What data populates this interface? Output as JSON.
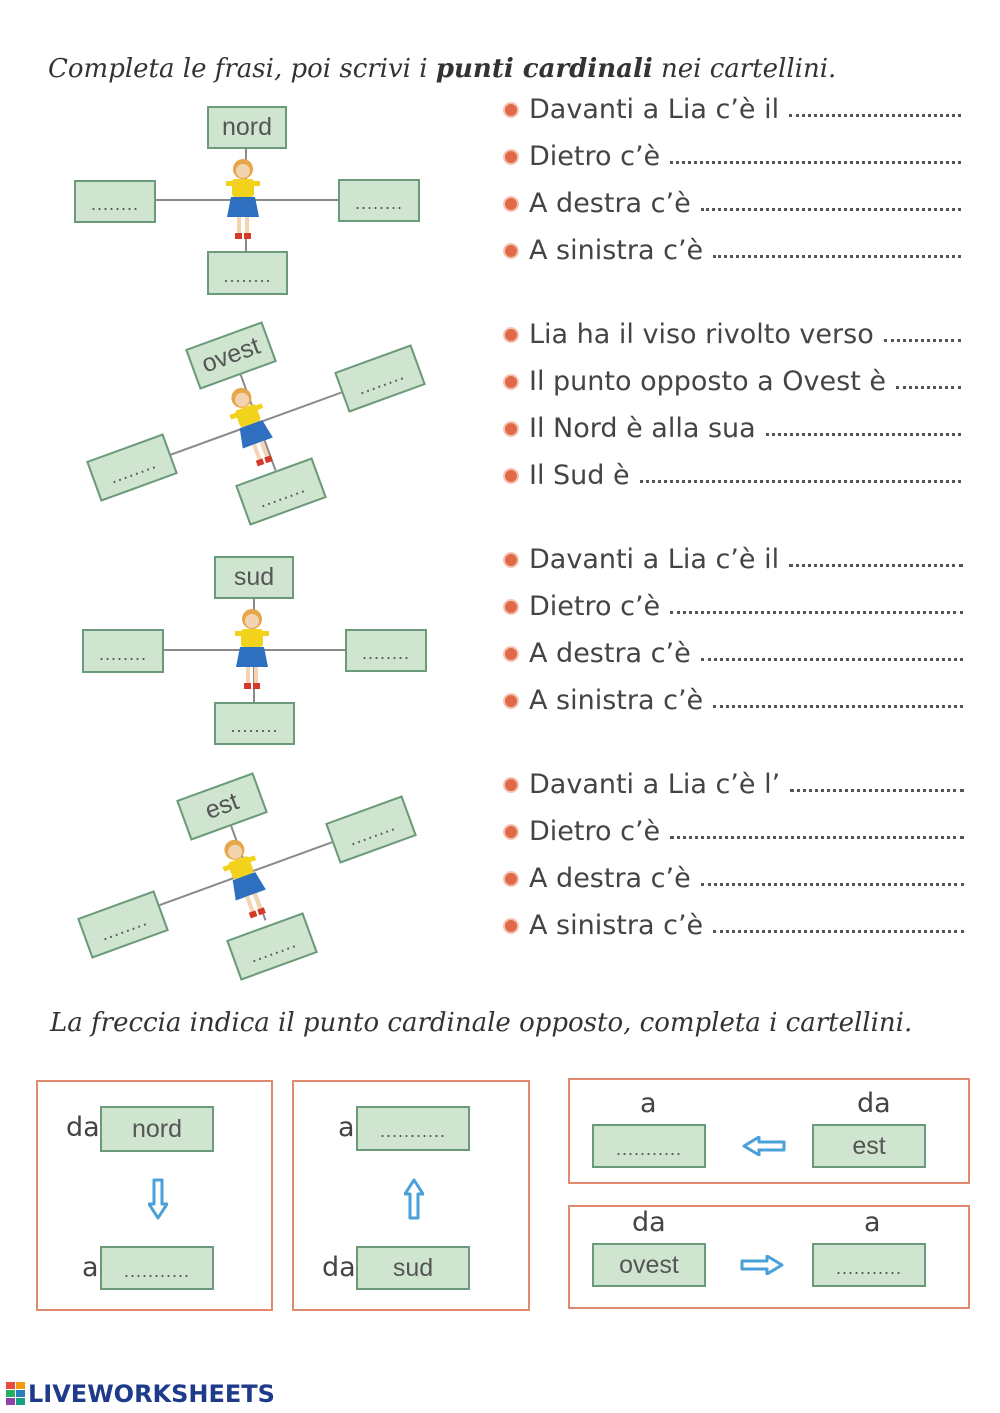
{
  "instruction1_pre": "Completa le frasi, poi scrivi i ",
  "instruction1_bold": "punti cardinali",
  "instruction1_post": " nei cartellini.",
  "blank": "........",
  "blank_long": "...........",
  "diagrams": [
    {
      "given": "nord"
    },
    {
      "given": "ovest"
    },
    {
      "given": "sud"
    },
    {
      "given": "est"
    }
  ],
  "sentence_groups": [
    [
      "Davanti a Lia c’è il",
      "Dietro c’è",
      "A destra c’è",
      "A sinistra c’è"
    ],
    [
      "Lia ha il viso rivolto verso",
      "Il punto opposto a Ovest è",
      "Il Nord è alla sua",
      "Il Sud è"
    ],
    [
      "Davanti a Lia c’è il",
      "Dietro c’è",
      "A destra c’è",
      "A sinistra c’è"
    ],
    [
      "Davanti a Lia c’è l’",
      "Dietro c’è",
      "A destra c’è",
      "A sinistra c’è"
    ]
  ],
  "instruction2": "La freccia indica il punto cardinale opposto, completa i cartellini.",
  "panels": {
    "p1": {
      "from_word": "da",
      "from_value": "nord",
      "to_word": "a",
      "to_value": "..........."
    },
    "p2": {
      "to_word": "a",
      "to_value": "...........",
      "from_word": "da",
      "from_value": "sud"
    },
    "p3": {
      "to_word": "a",
      "to_value": "...........",
      "from_word": "da",
      "from_value": "est"
    },
    "p4": {
      "from_word": "da",
      "from_value": "ovest",
      "to_word": "a",
      "to_value": "..........."
    }
  },
  "footer": "LIVEWORKSHEETS",
  "colors": {
    "label_fill": "#cfe5cf",
    "label_border": "#6a9a7a",
    "bullet": "#e06a48",
    "panel_border": "#e08a6f",
    "arrow": "#4aa0d8"
  }
}
